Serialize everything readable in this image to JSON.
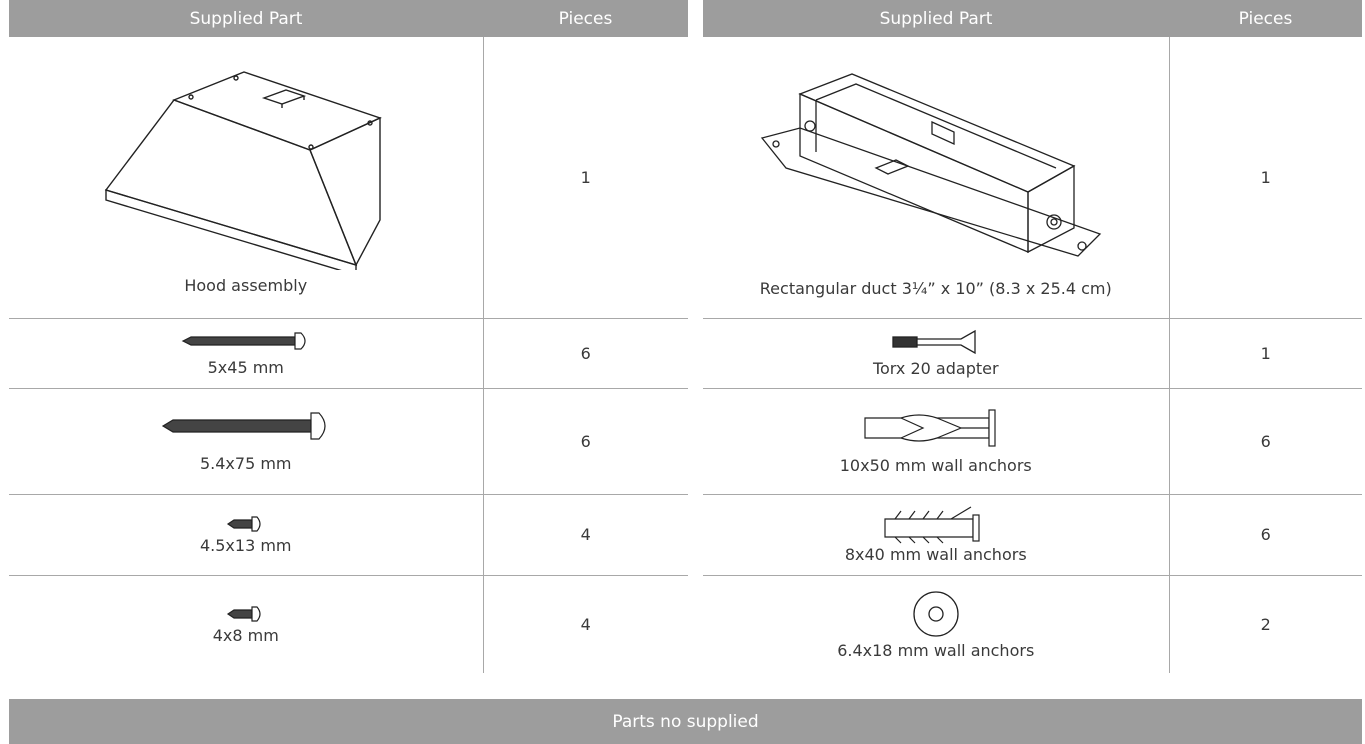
{
  "left_table": {
    "header": {
      "part": "Supplied Part",
      "pieces": "Pieces"
    },
    "rows": [
      {
        "label": "Hood assembly",
        "pieces": "1",
        "icon": "hood-assembly-drawing"
      },
      {
        "label": "5x45 mm",
        "pieces": "6",
        "icon": "screw-icon"
      },
      {
        "label": "5.4x75 mm",
        "pieces": "6",
        "icon": "screw-icon"
      },
      {
        "label": "4.5x13 mm",
        "pieces": "4",
        "icon": "short-screw-icon"
      },
      {
        "label": "4x8 mm",
        "pieces": "4",
        "icon": "short-screw-icon"
      }
    ]
  },
  "right_table": {
    "header": {
      "part": "Supplied Part",
      "pieces": "Pieces"
    },
    "rows": [
      {
        "label": "Rectangular duct 3¼” x 10” (8.3 x 25.4 cm)",
        "pieces": "1",
        "icon": "duct-drawing"
      },
      {
        "label": "Torx 20 adapter",
        "pieces": "1",
        "icon": "torx-adapter-icon"
      },
      {
        "label": "10x50 mm wall anchors",
        "pieces": "6",
        "icon": "wall-anchor-icon"
      },
      {
        "label": "8x40 mm wall anchors",
        "pieces": "6",
        "icon": "wall-anchor-icon"
      },
      {
        "label": "6.4x18 mm wall anchors",
        "pieces": "2",
        "icon": "washer-icon"
      }
    ]
  },
  "footer": {
    "label": "Parts no supplied"
  }
}
